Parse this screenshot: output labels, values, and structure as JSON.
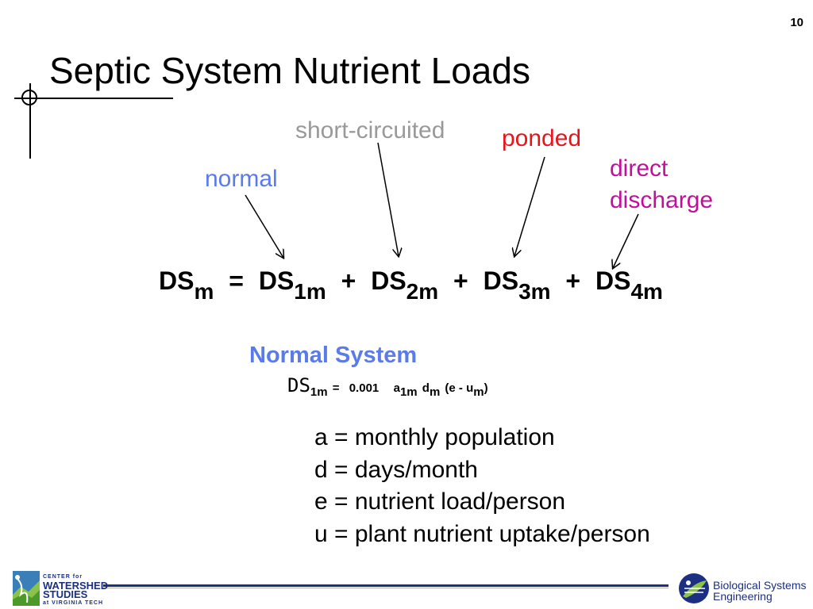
{
  "slide": {
    "number": "10",
    "title": "Septic System Nutrient Loads"
  },
  "labels": {
    "short_circuited": "short-circuited",
    "ponded": "ponded",
    "normal": "normal",
    "direct_line1": "direct",
    "direct_line2": "discharge"
  },
  "equation": {
    "lhs": "DS",
    "lhs_sub": "m",
    "eq": "=",
    "plus": "+",
    "term": "DS",
    "sub1": "1m",
    "sub2": "2m",
    "sub3": "3m",
    "sub4": "4m"
  },
  "normal_system": {
    "heading": "Normal System",
    "ds": "DS",
    "ds_sub": "1m",
    "eq": "=",
    "coef": "0.001",
    "a": "a",
    "a_sub": "1m",
    "d": "d",
    "d_sub": "m",
    "paren_open": "(e - u",
    "u_sub": "m",
    "paren_close": ")"
  },
  "definitions": [
    "a = monthly population",
    "d = days/month",
    "e = nutrient load/person",
    "u = plant nutrient uptake/person"
  ],
  "footer": {
    "cws_line1": "CENTER for",
    "cws_line2": "WATERSHED",
    "cws_line3": "STUDIES",
    "cws_line4": "at VIRGINIA TECH",
    "bse_line1": "Biological Systems",
    "bse_line2": "Engineering"
  },
  "colors": {
    "normal": "#5b7be6",
    "short_circuited": "#999999",
    "ponded": "#e8141b",
    "direct": "#c0109a",
    "heading": "#5b7be6",
    "footer": "#1c2f80"
  }
}
